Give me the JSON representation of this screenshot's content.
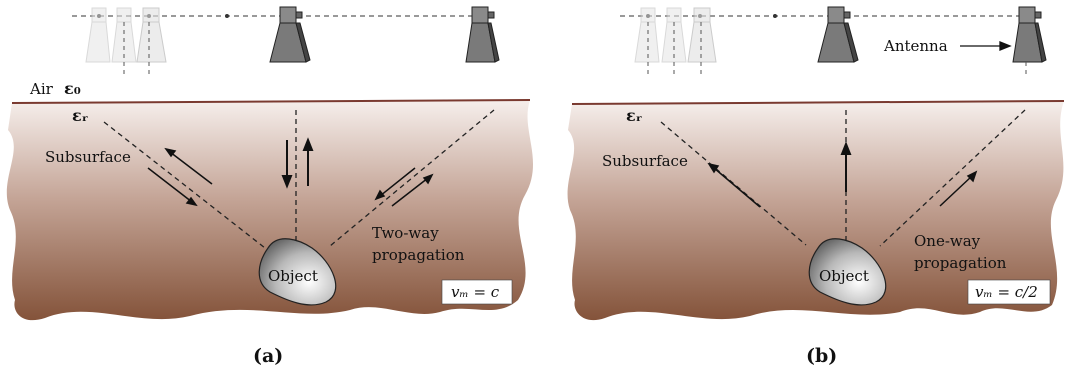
{
  "panels": [
    {
      "id": "a",
      "air_label": "Air",
      "eps0_label": "ε₀",
      "epsr_label": "εᵣ",
      "subsurface_label": "Subsurface",
      "object_label": "Object",
      "propagation_line1": "Two-way",
      "propagation_line2": "propagation",
      "velocity_label": "vₘ = c",
      "caption": "(a)"
    },
    {
      "id": "b",
      "antenna_label": "Antenna",
      "epsr_label": "εᵣ",
      "subsurface_label": "Subsurface",
      "object_label": "Object",
      "propagation_line1": "One-way",
      "propagation_line2": "propagation",
      "velocity_label": "vₘ = c/2",
      "caption": "(b)"
    }
  ],
  "colors": {
    "soil_top": "#f3ece9",
    "soil_bottom": "#8a5a40",
    "surface_line": "#7a3a30",
    "antenna_dark": "#777777",
    "antenna_ghost": "#d9d9d9"
  }
}
